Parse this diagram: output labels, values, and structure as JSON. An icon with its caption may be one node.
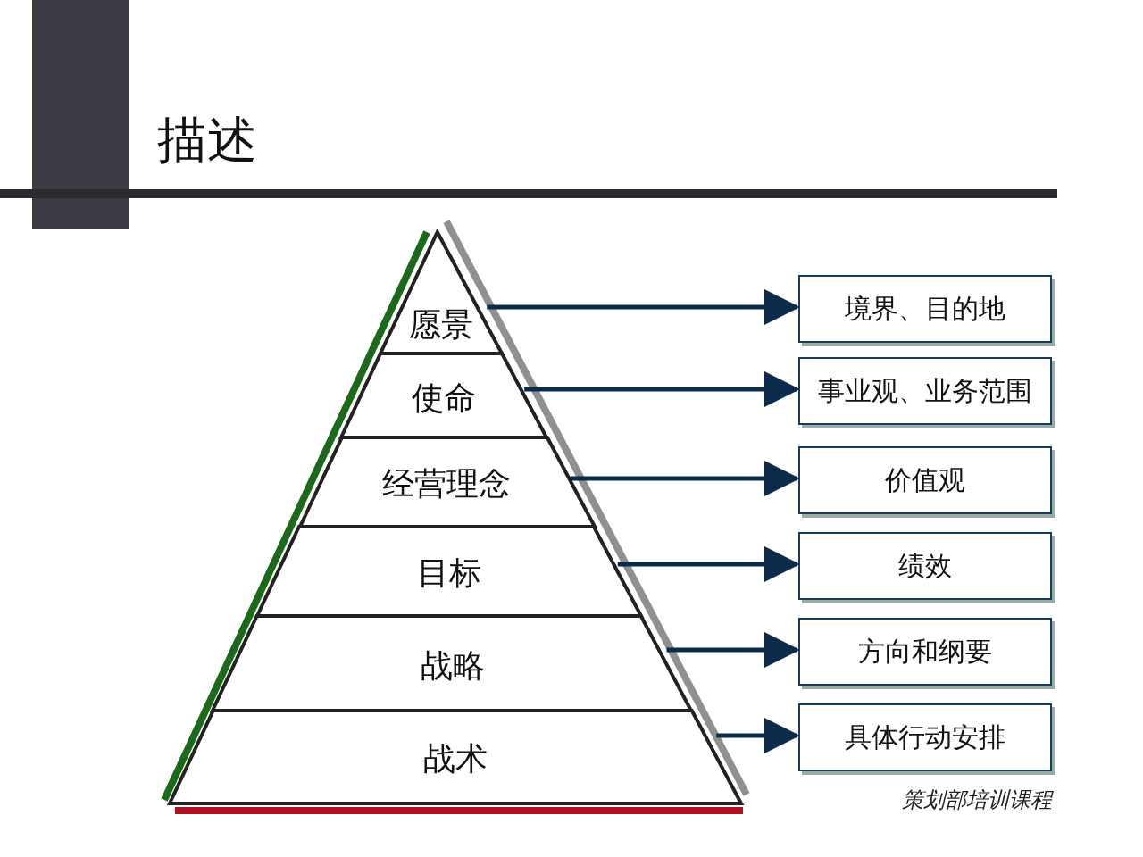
{
  "diagram": {
    "title": "描述",
    "nodes": [
      {
        "text": [
          "愿景"
        ]
      },
      {
        "text": [
          "使命"
        ]
      },
      {
        "text": [
          "经营理念"
        ]
      },
      {
        "text": [
          "目标"
        ]
      },
      {
        "text": [
          "战略"
        ]
      },
      {
        "text": [
          "战术"
        ]
      },
      {
        "text": [
          "境界、目的地"
        ]
      },
      {
        "text": [
          "事业观、业务范围"
        ]
      },
      {
        "text": [
          "价值观"
        ]
      },
      {
        "text": [
          "绩效"
        ]
      },
      {
        "text": [
          "方向和纲要"
        ]
      },
      {
        "text": [
          "具体行动安排"
        ]
      }
    ],
    "edges": [
      {
        "from": 0,
        "to": 6,
        "arrow": "to"
      },
      {
        "from": 1,
        "to": 7,
        "arrow": "to"
      },
      {
        "from": 2,
        "to": 8,
        "arrow": "to"
      },
      {
        "from": 3,
        "to": 9,
        "arrow": "to"
      },
      {
        "from": 4,
        "to": 10,
        "arrow": "to"
      },
      {
        "from": 5,
        "to": 11,
        "arrow": "to"
      }
    ],
    "labels": [
      "策划部培训课程"
    ]
  }
}
